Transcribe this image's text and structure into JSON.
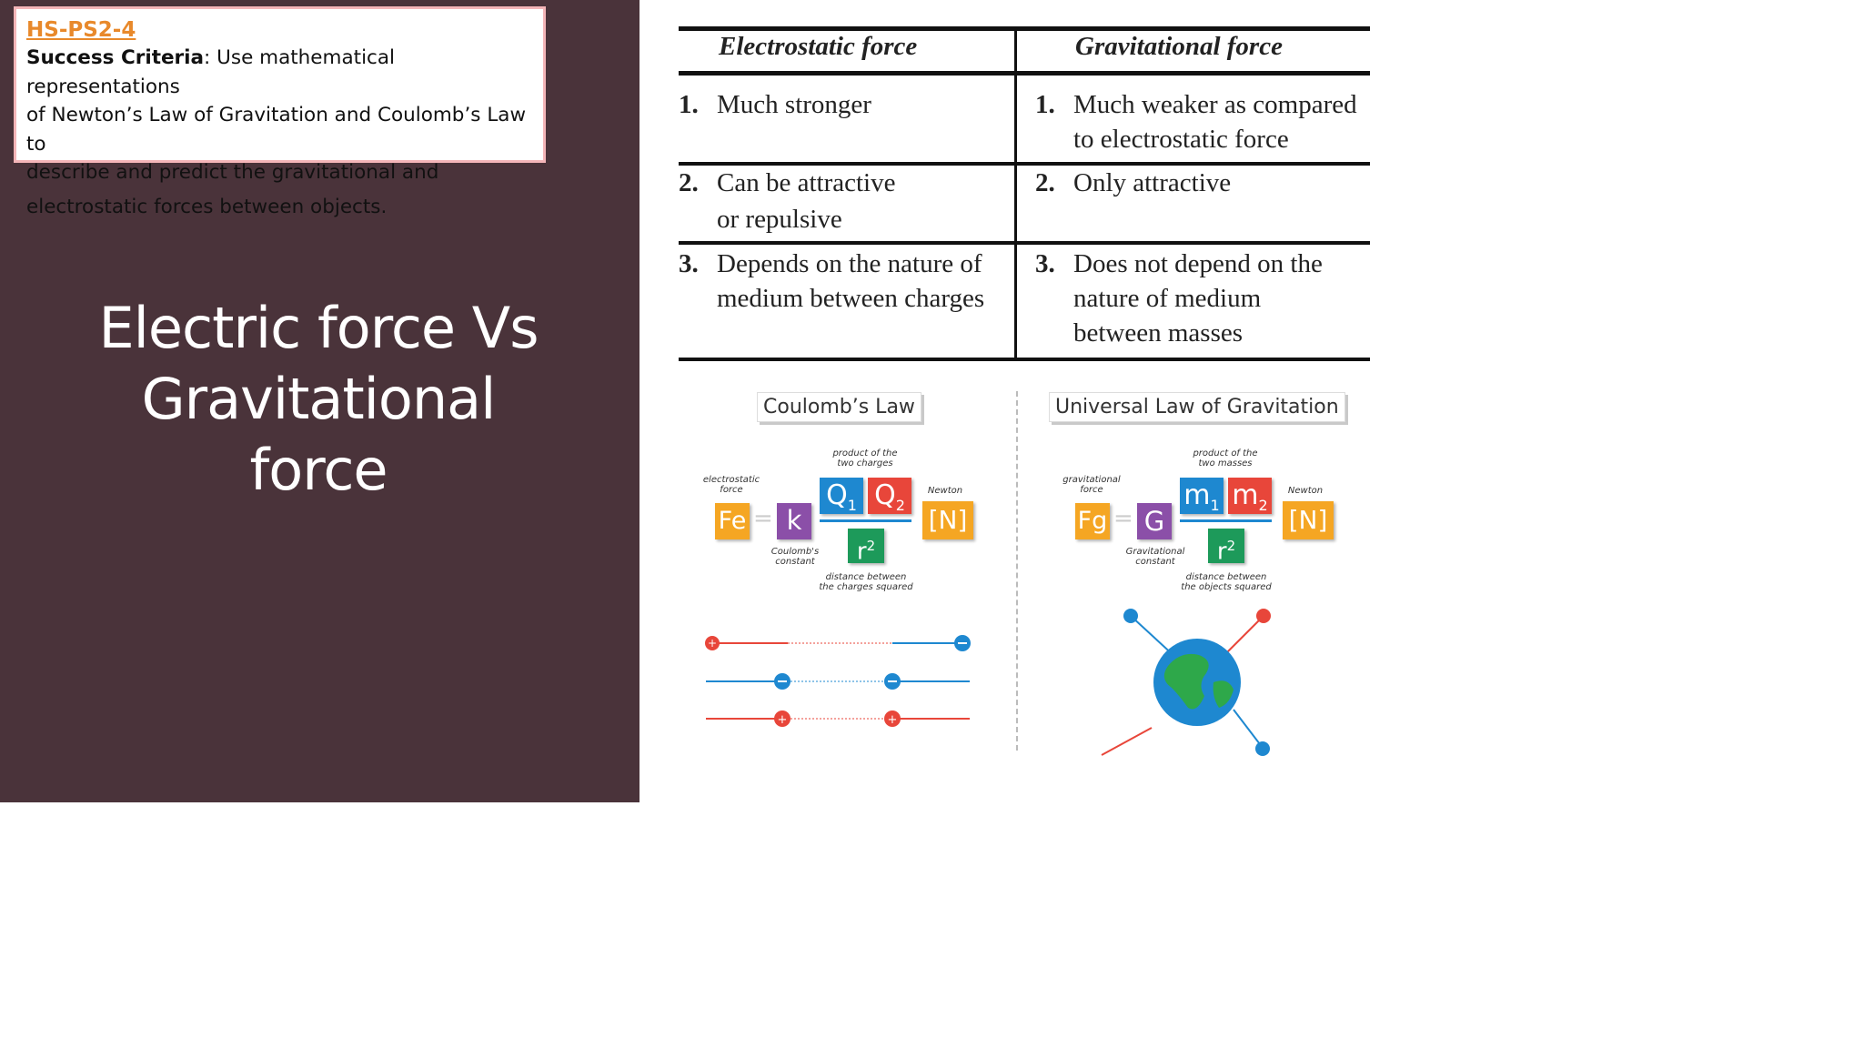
{
  "criteria": {
    "code": "HS-PS2-4",
    "label": "Success Criteria",
    "line1": ": Use mathematical representations",
    "line2": "of Newton’s Law of Gravitation and Coulomb’s Law to",
    "line3": "describe and predict the gravitational and",
    "line4": "electrostatic forces between objects."
  },
  "title": {
    "line1": "Electric force Vs",
    "line2": "Gravitational",
    "line3": "force"
  },
  "table": {
    "headers": [
      "Electrostatic force",
      "Gravitational force"
    ],
    "rows": [
      {
        "num": "1.",
        "left": [
          "Much stronger"
        ],
        "right": [
          "Much weaker as compared",
          "to electrostatic force"
        ]
      },
      {
        "num": "2.",
        "left": [
          "Can be attractive",
          "or repulsive"
        ],
        "right": [
          "Only attractive"
        ]
      },
      {
        "num": "3.",
        "left": [
          "Depends on the nature of",
          "medium between charges"
        ],
        "right": [
          "Does not depend on the",
          "nature of medium",
          "between masses"
        ]
      }
    ]
  },
  "coulomb": {
    "title": "Coulomb’s Law",
    "force_label": [
      "electrostatic",
      "force"
    ],
    "product_label": [
      "product of the",
      "two charges"
    ],
    "newton_label": "Newton",
    "constant_label": [
      "Coulomb's",
      "constant"
    ],
    "distance_label": [
      "distance between",
      "the charges squared"
    ],
    "tiles": {
      "f": "Fe",
      "k": "k",
      "q1": "Q",
      "q1s": "1",
      "q2": "Q",
      "q2s": "2",
      "r": "r",
      "rs": "2",
      "unit": "[N]"
    }
  },
  "gravity": {
    "title": "Universal Law of Gravitation",
    "force_label": [
      "gravitational",
      "force"
    ],
    "product_label": [
      "product of the",
      "two masses"
    ],
    "newton_label": "Newton",
    "constant_label": [
      "Gravitational",
      "constant"
    ],
    "distance_label": [
      "distance between",
      "the objects squared"
    ],
    "tiles": {
      "f": "Fg",
      "k": "G",
      "q1": "m",
      "q1s": "1",
      "q2": "m",
      "q2s": "2",
      "r": "r",
      "rs": "2",
      "unit": "[N]"
    }
  },
  "colors": {
    "orange": "#f5a623",
    "purple": "#8b4fa8",
    "blue": "#1e88d0",
    "red": "#e8463a",
    "green": "#1d9a5a"
  }
}
